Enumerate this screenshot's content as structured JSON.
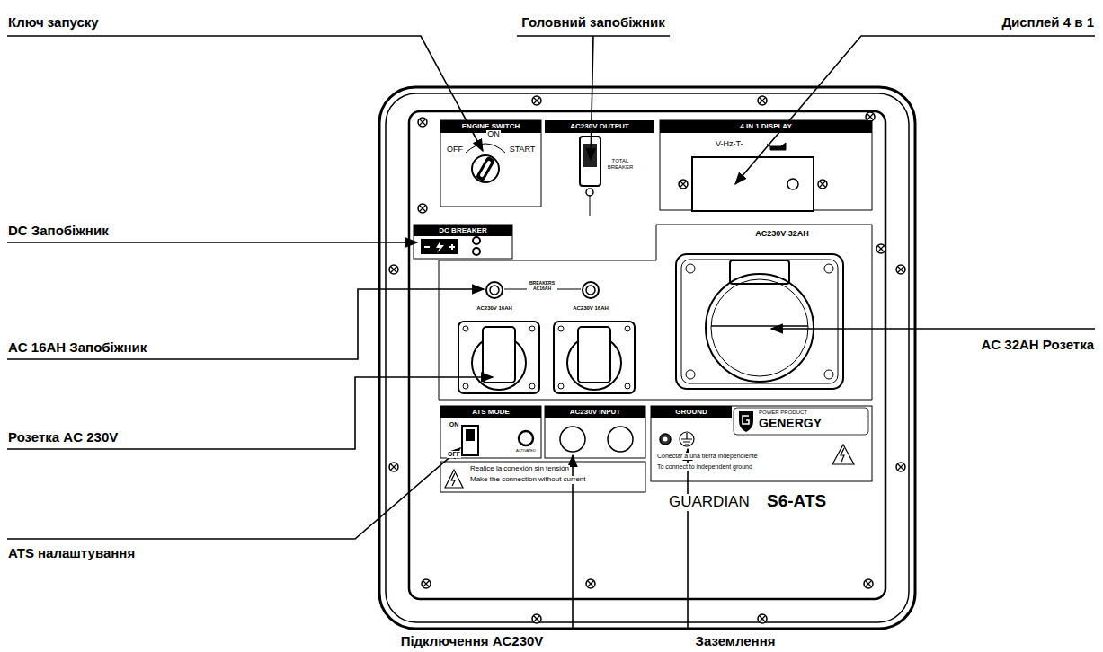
{
  "diagram": {
    "nodes": [
      {
        "text": [
          "ENGINE SWITCH"
        ]
      },
      {
        "text": [
          "AC230V OUTPUT"
        ]
      },
      {
        "text": [
          "4 IN 1 DISPLAY"
        ]
      },
      {
        "text": [
          "DC BREAKER"
        ]
      },
      {
        "text": [
          "ATS MODE"
        ]
      },
      {
        "text": [
          "AC230V INPUT"
        ]
      },
      {
        "text": [
          "GROUND"
        ]
      }
    ],
    "labels": [
      "Ключ запуску",
      "Головний запобіжник",
      "Дисплей 4 в 1",
      "DC Запобіжник",
      "AC 16AH Запобіжник",
      "AC 32AH Розетка",
      "Розетка AC 230V",
      "ATS налаштування",
      "Підключення AC230V",
      "Заземлення",
      "OFF",
      "ON",
      "START",
      "TOTAL BREAKER",
      "V-Hz-T-",
      "AC230V 32AH",
      "BREAKERS AC16AH",
      "AC230V 16AH",
      "AC230V 16AH",
      "ON",
      "OFF",
      "ACTIVATED",
      "Realice la conexión sin tensión",
      "Make the connection without current",
      "POWER PRODUCT",
      "GENERGY",
      "Conectar a una tierra independiente",
      "To connect to independent ground",
      "GUARDIAN",
      "S6-ATS"
    ]
  }
}
